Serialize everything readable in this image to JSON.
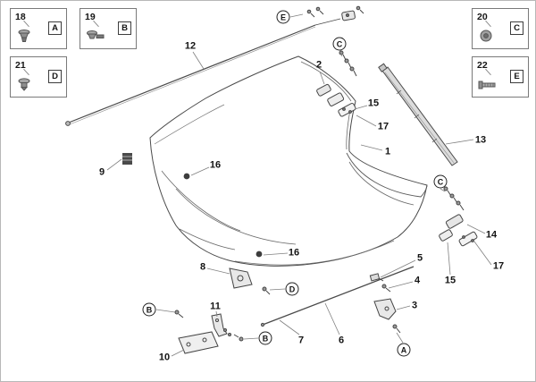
{
  "legend": {
    "boxes": [
      {
        "number": "18",
        "letter": "A",
        "fastener": "clip-grommet"
      },
      {
        "number": "19",
        "letter": "B",
        "fastener": "clip-pin"
      },
      {
        "number": "21",
        "letter": "D",
        "fastener": "clip-rivet"
      },
      {
        "number": "20",
        "letter": "C",
        "fastener": "nut"
      },
      {
        "number": "22",
        "letter": "E",
        "fastener": "screw"
      }
    ]
  },
  "labels": {
    "l1": "1",
    "l2": "2",
    "l3": "3",
    "l4": "4",
    "l5": "5",
    "l6": "6",
    "l7": "7",
    "l8": "8",
    "l9": "9",
    "l10": "10",
    "l11": "11",
    "l12": "12",
    "l13": "13",
    "l14": "14",
    "l15a": "15",
    "l15b": "15",
    "l16a": "16",
    "l16b": "16",
    "l17a": "17",
    "l17b": "17"
  },
  "callouts": {
    "a": "A",
    "b1": "B",
    "b2": "B",
    "c1": "C",
    "c2": "C",
    "d": "D",
    "e": "E"
  },
  "colors": {
    "line": "#4a4a4a",
    "leader": "#808080",
    "hardware_fill": "#e6e6e6",
    "label_text": "#141414"
  }
}
